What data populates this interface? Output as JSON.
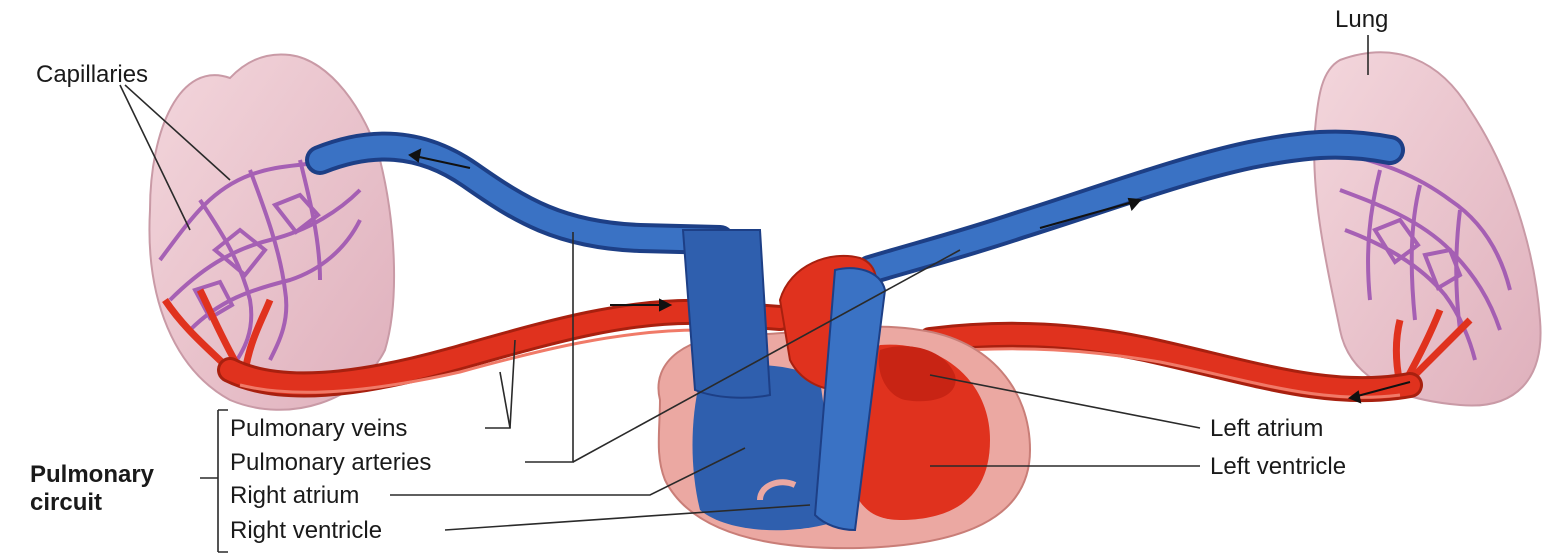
{
  "labels": {
    "capillaries": "Capillaries",
    "lung": "Lung",
    "pulmonary_veins": "Pulmonary veins",
    "pulmonary_arteries": "Pulmonary arteries",
    "right_atrium": "Right atrium",
    "right_ventricle": "Right ventricle",
    "left_atrium": "Left atrium",
    "left_ventricle": "Left ventricle",
    "circuit_line1": "Pulmonary",
    "circuit_line2": "circuit"
  },
  "colors": {
    "lung_fill": "#ecc6cf",
    "lung_edge": "#c99aa6",
    "vein_blue": "#2f5fae",
    "vein_blue_dark": "#1d3f86",
    "artery_red": "#e0321e",
    "artery_red_dark": "#a8200f",
    "capillary_purple": "#9a4fb0",
    "heart_pink": "#eba8a2"
  }
}
